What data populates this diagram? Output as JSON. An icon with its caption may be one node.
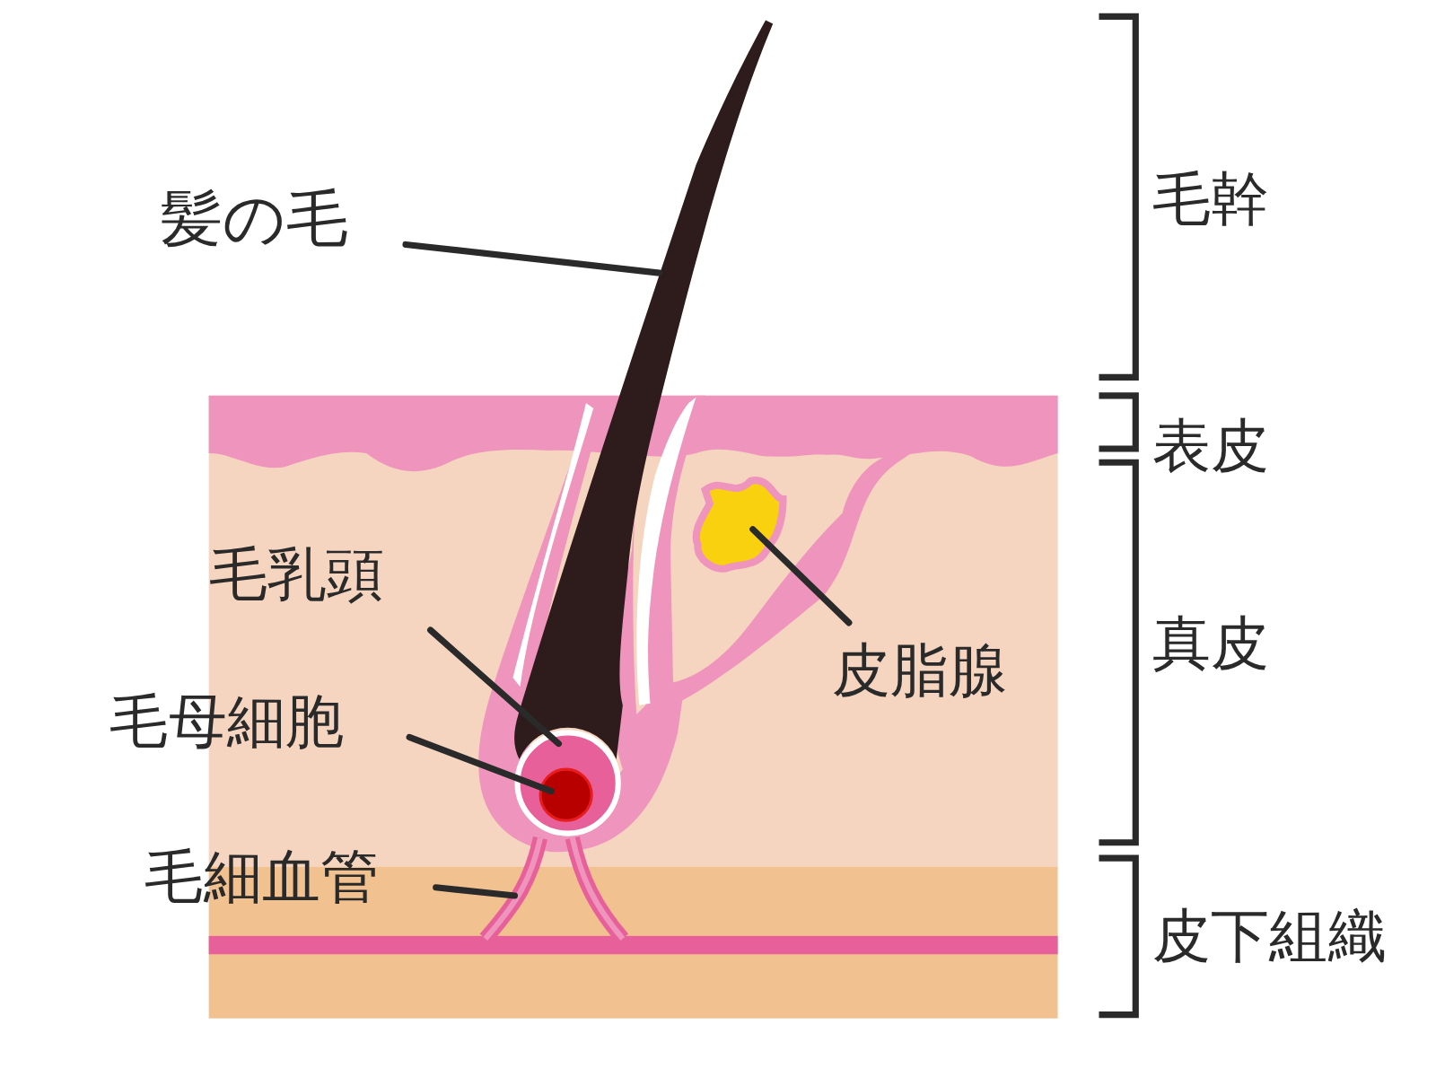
{
  "diagram": {
    "nodes": [
      {
        "text": [
          "髪の毛"
        ]
      },
      {
        "text": [],
        "shape": "picture"
      },
      {
        "text": [
          "毛乳頭"
        ]
      },
      {
        "text": [],
        "shape": "circle"
      },
      {
        "text": [
          "毛母細胞"
        ]
      },
      {
        "text": [],
        "shape": "circle",
        "in": 3
      },
      {
        "text": [
          "毛細血管"
        ]
      },
      {
        "text": [],
        "shape": "picture"
      },
      {
        "text": [
          "皮脂腺"
        ]
      },
      {
        "text": [],
        "shape": "circle"
      }
    ],
    "edges": [
      {
        "from": 0,
        "to": 1,
        "arrow": "none"
      },
      {
        "from": 2,
        "to": 3,
        "arrow": "none"
      },
      {
        "from": 4,
        "to": 5,
        "arrow": "none"
      },
      {
        "from": 6,
        "to": 7,
        "arrow": "none"
      },
      {
        "from": 8,
        "to": 9,
        "arrow": "none"
      }
    ],
    "labels": [
      "毛幹",
      "表皮",
      "真皮",
      "皮下組織"
    ]
  }
}
